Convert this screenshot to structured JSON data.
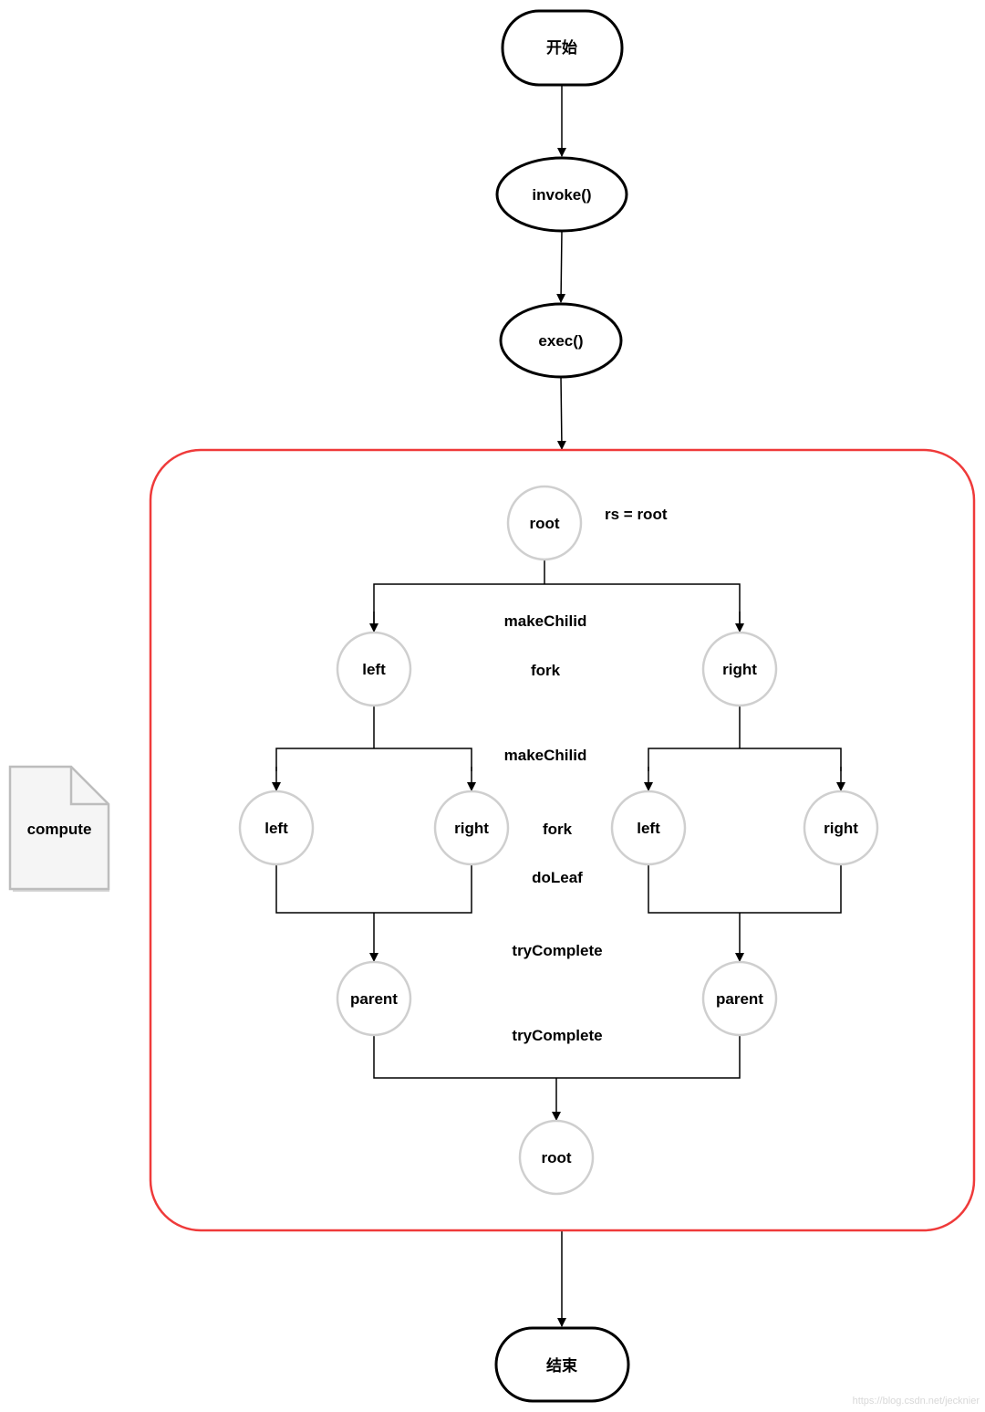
{
  "flow": {
    "start": "开始",
    "invoke": "invoke()",
    "exec": "exec()",
    "end": "结束"
  },
  "container": {
    "border_color": "#ef3a3a"
  },
  "note": {
    "label": "compute"
  },
  "tree": {
    "root_top": "root",
    "rs_label": "rs = root",
    "makechild_1": "makeChilid",
    "left_1": "left",
    "fork_1": "fork",
    "right_1": "right",
    "makechild_2": "makeChilid",
    "left_2a": "left",
    "right_2a": "right",
    "fork_2": "fork",
    "left_2b": "left",
    "right_2b": "right",
    "doleaf": "doLeaf",
    "trycomplete_1": "tryComplete",
    "parent_a": "parent",
    "parent_b": "parent",
    "trycomplete_2": "tryComplete",
    "root_bottom": "root"
  },
  "watermark": "https://blog.csdn.net/jecknier"
}
